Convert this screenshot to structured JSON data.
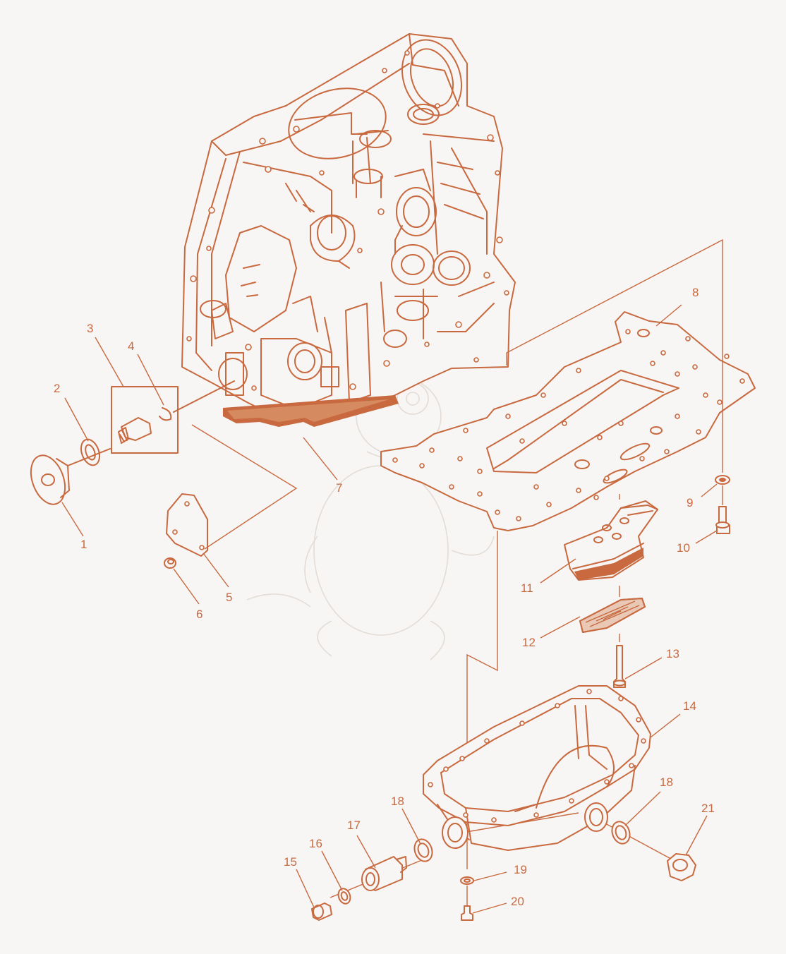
{
  "diagram": {
    "labels": [
      {
        "id": "1",
        "text": "1"
      },
      {
        "id": "2",
        "text": "2"
      },
      {
        "id": "3",
        "text": "3"
      },
      {
        "id": "4",
        "text": "4"
      },
      {
        "id": "5",
        "text": "5"
      },
      {
        "id": "6",
        "text": "6"
      },
      {
        "id": "7",
        "text": "7"
      },
      {
        "id": "8",
        "text": "8"
      },
      {
        "id": "9",
        "text": "9"
      },
      {
        "id": "10",
        "text": "10"
      },
      {
        "id": "11",
        "text": "11"
      },
      {
        "id": "12",
        "text": "12"
      },
      {
        "id": "13",
        "text": "13"
      },
      {
        "id": "14",
        "text": "14"
      },
      {
        "id": "15",
        "text": "15"
      },
      {
        "id": "16",
        "text": "16"
      },
      {
        "id": "17",
        "text": "17"
      },
      {
        "id": "18a",
        "text": "18"
      },
      {
        "id": "18b",
        "text": "18"
      },
      {
        "id": "19",
        "text": "19"
      },
      {
        "id": "20",
        "text": "20"
      },
      {
        "id": "21",
        "text": "21"
      }
    ],
    "colors": {
      "line": "#c8693f",
      "background": "#f7f6f4",
      "watermark": "#e4dcd6"
    }
  }
}
